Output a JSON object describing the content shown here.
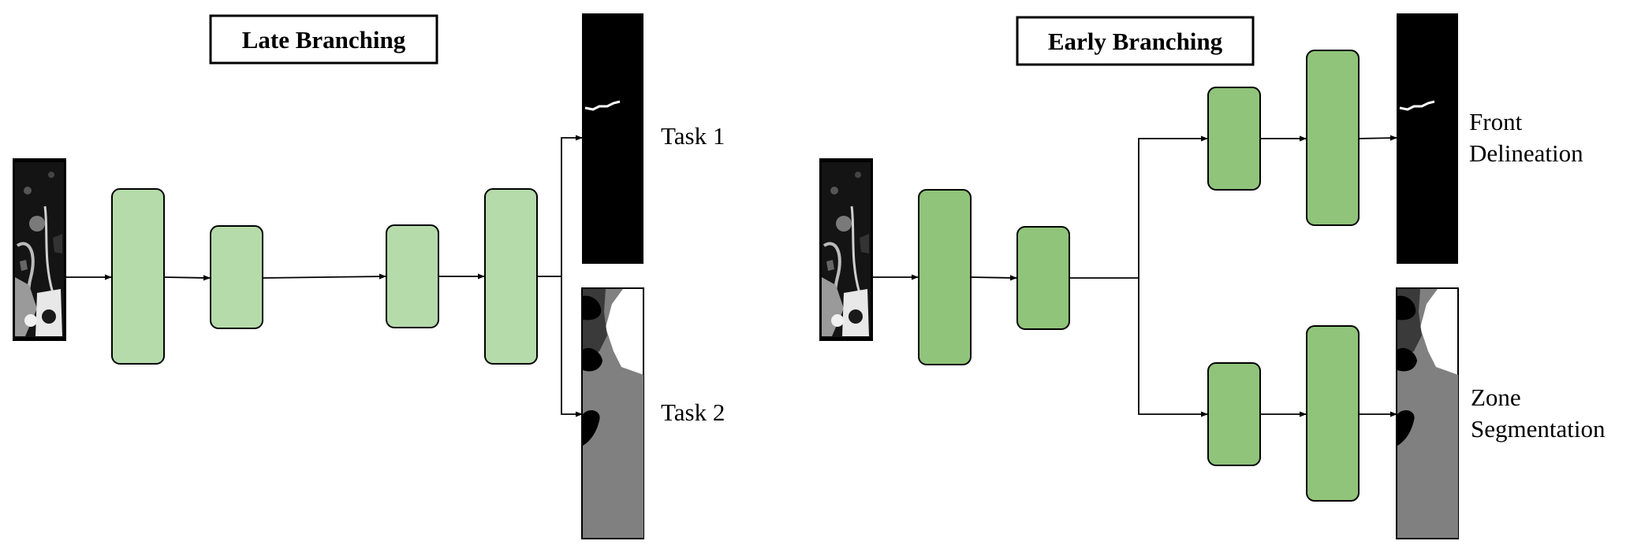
{
  "late_branching": {
    "title": "Late Branching",
    "block_color": "#b5dbaa",
    "outputs": [
      {
        "label": "Task 1"
      },
      {
        "label": "Task 2"
      }
    ]
  },
  "early_branching": {
    "title": "Early Branching",
    "block_color": "#8fc47a",
    "outputs": [
      {
        "label_line1": "Front",
        "label_line2": "Delineation"
      },
      {
        "label_line1": "Zone",
        "label_line2": "Segmentation"
      }
    ]
  },
  "colors": {
    "stroke": "#000000",
    "front_mask_bg": "#000000",
    "zone_dark": "#3a3a3a",
    "zone_mid": "#808080",
    "zone_light": "#ffffff"
  }
}
